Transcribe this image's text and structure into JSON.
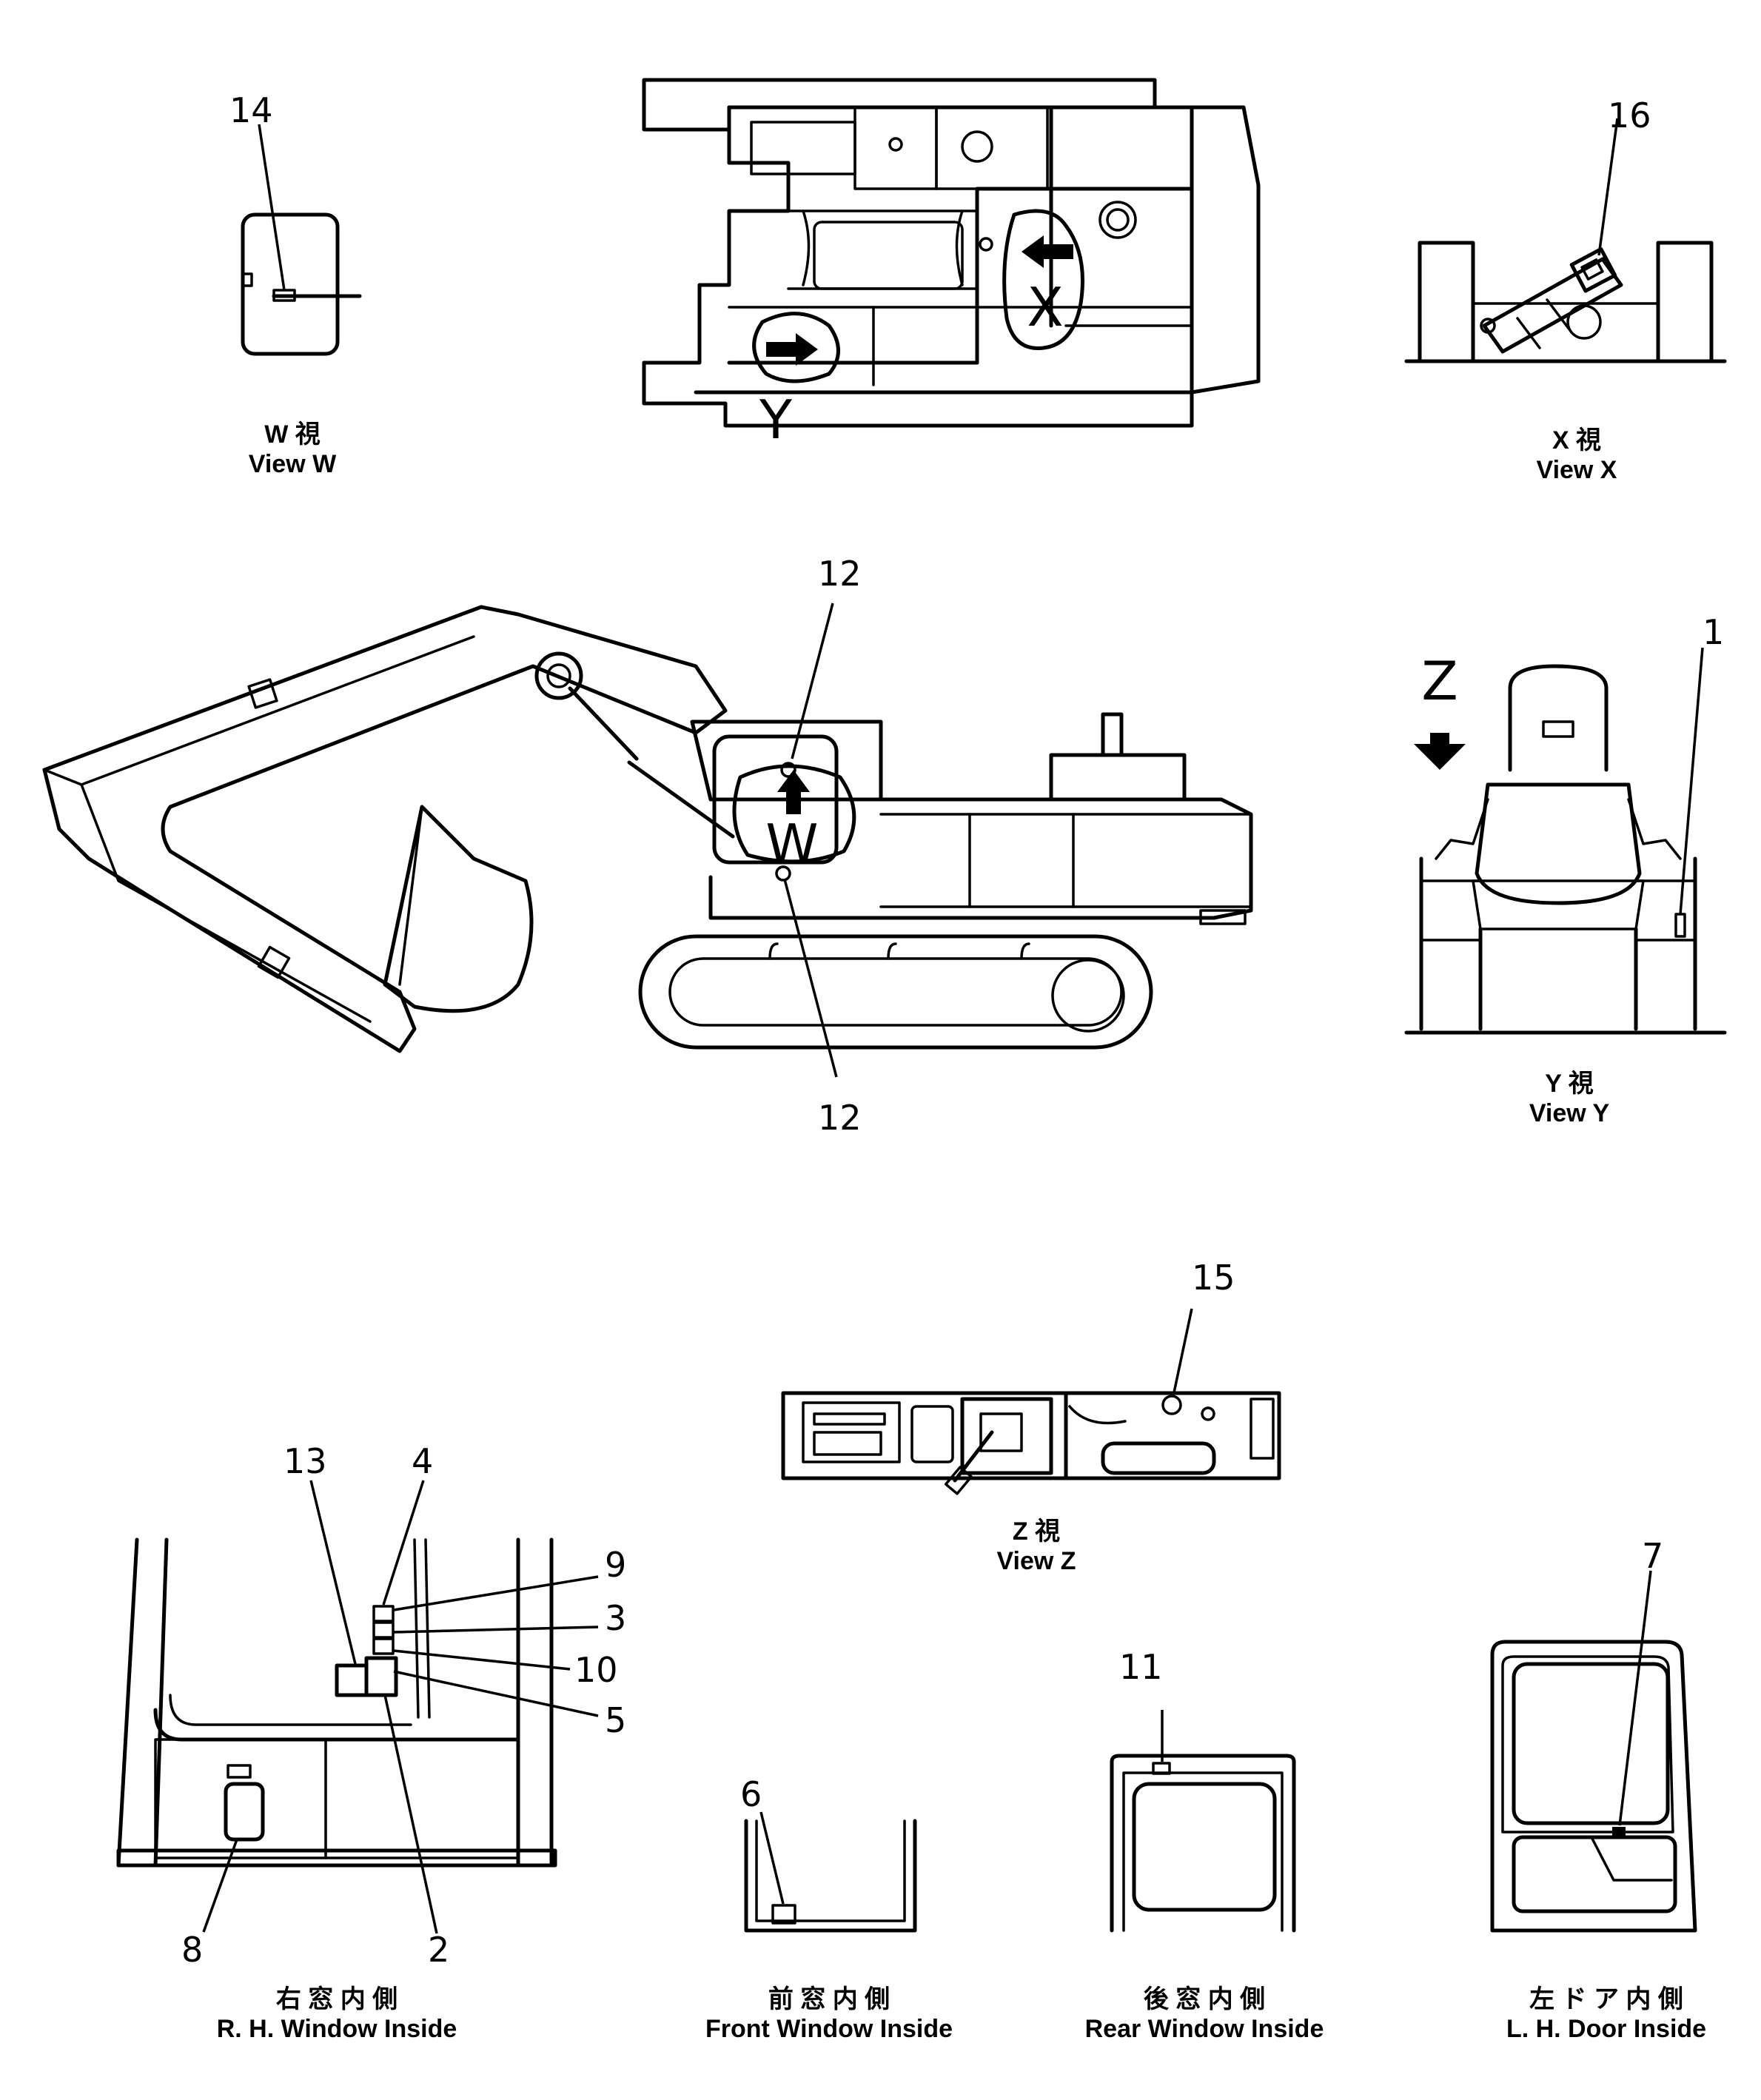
{
  "views": {
    "w": {
      "ja": "W 視",
      "en": "View W"
    },
    "x": {
      "ja": "X 視",
      "en": "View X"
    },
    "y": {
      "ja": "Y 視",
      "en": "View Y"
    },
    "z": {
      "ja": "Z 視",
      "en": "View Z"
    },
    "rh_window": {
      "ja": "右 窓 内 側",
      "en": "R. H. Window Inside"
    },
    "front_window": {
      "ja": "前 窓 内 側",
      "en": "Front Window Inside"
    },
    "rear_window": {
      "ja": "後 窓 内 側",
      "en": "Rear Window Inside"
    },
    "lh_door": {
      "ja": "左 ド ア 内 側",
      "en": "L. H. Door Inside"
    }
  },
  "view_markers": {
    "w": "W",
    "x": "X",
    "y": "Y",
    "z": "Z"
  },
  "callouts": {
    "n1": "1",
    "n2": "2",
    "n3": "3",
    "n4": "4",
    "n5": "5",
    "n6": "6",
    "n7": "7",
    "n8": "8",
    "n9": "9",
    "n10": "10",
    "n11": "11",
    "n12a": "12",
    "n12b": "12",
    "n13": "13",
    "n14": "14",
    "n15": "15",
    "n16": "16"
  }
}
